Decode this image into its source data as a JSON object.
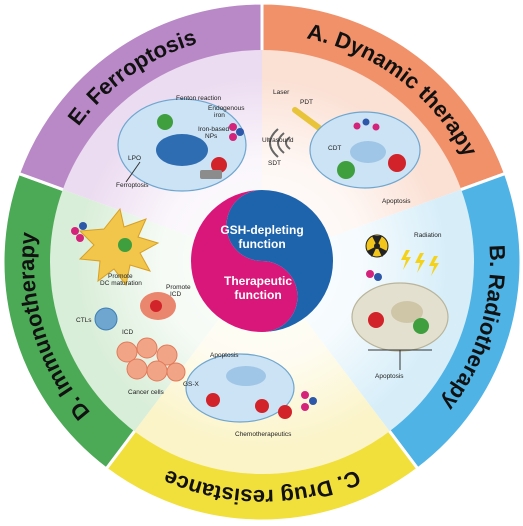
{
  "center": {
    "top_label_line1": "GSH-depleting",
    "top_label_line2": "function",
    "bottom_label_line1": "Therapeutic",
    "bottom_label_line2": "function"
  },
  "segments": {
    "ferroptosis": {
      "title": "E. Ferroptosis",
      "color": "#b989c7"
    },
    "dynamic": {
      "title": "A. Dynamic therapy",
      "color": "#f0916a"
    },
    "radio": {
      "title": "B. Radiotherapy",
      "color": "#4fb3e6"
    },
    "drug": {
      "title": "C. Drug resistance",
      "color": "#f1df3c"
    },
    "immuno": {
      "title": "D. Immunotherapy",
      "color": "#4caa57"
    }
  },
  "inner_labels": {
    "ferro_fenton": "Fenton reaction",
    "ferro_endogenous": "Endogenous",
    "ferro_iron": "iron",
    "ferro_ironbased": "Iron-based",
    "ferro_nps": "NPs",
    "ferro_ferroptosis": "Ferroptosis",
    "ferro_lpo": "LPO",
    "dyn_laser": "Laser",
    "dyn_pdt": "PDT",
    "dyn_ultrasound": "Ultrasound",
    "dyn_sdt": "SDT",
    "dyn_cdt": "CDT",
    "dyn_apoptosis": "Apoptosis",
    "rad_radiation": "Radiation",
    "rad_apoptosis": "Apoptosis",
    "drug_apoptosis": "Apoptosis",
    "drug_gsx": "GS-X",
    "drug_chemo": "Chemotherapeutics",
    "imm_promote_dc": "Promote",
    "imm_dc_maturation": "DC maturation",
    "imm_promote_icd1": "Promote",
    "imm_promote_icd2": "ICD",
    "imm_ctls": "CTLs",
    "imm_icd": "ICD",
    "imm_cancer": "Cancer cells"
  },
  "icons": [
    "radiation-hazard-icon",
    "lightning-bolt-icon",
    "ultrasound-wave-icon",
    "laser-pen-icon",
    "gsh-molecule-icon"
  ],
  "colors": {
    "center_blue": "#1e64ad",
    "center_magenta": "#d9177a",
    "ring_bg": "#ffffff"
  }
}
